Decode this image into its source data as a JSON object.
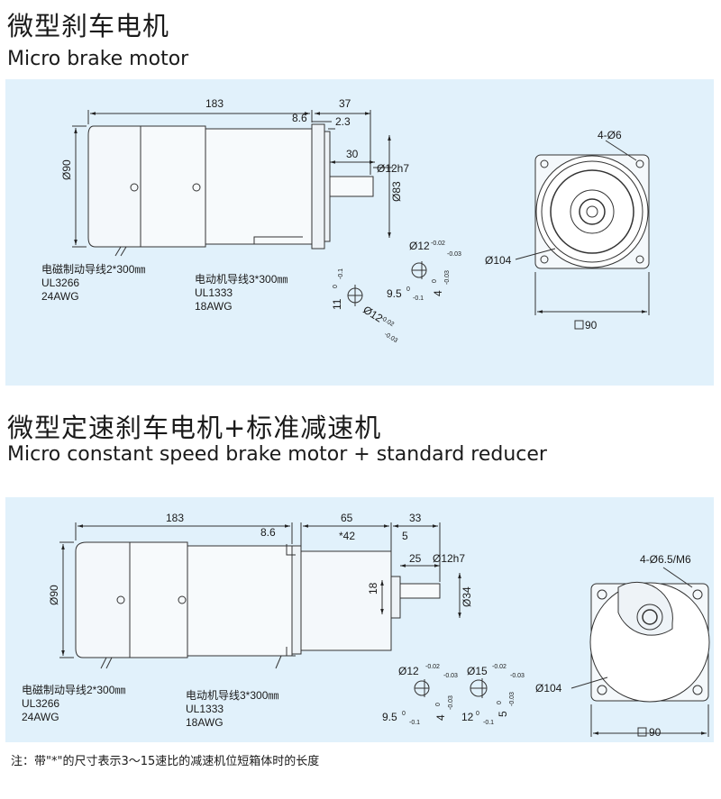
{
  "section1": {
    "title_cn": "微型刹车电机",
    "title_en": "Micro brake motor",
    "dims": {
      "length": "183",
      "flange_len": "37",
      "d1": "8.6",
      "d2": "2.3",
      "shaft_len": "30",
      "shaft_dia": "Ø12h7",
      "flange_dia": "Ø83",
      "body_dia": "Ø90",
      "holes": "4-Ø6",
      "pcd": "Ø104",
      "square": "90",
      "key_a": "Ø12",
      "key_a_tol_u": "-0.02",
      "key_a_tol_l": "-0.03",
      "key_b": "9.5",
      "key_b_tol_u": "0",
      "key_b_tol_l": "-0.1",
      "key_c": "4",
      "key_c_tol_u": "0",
      "key_c_tol_l": "-0.03",
      "key_d": "11",
      "key_d_tol_u": "0",
      "key_d_tol_l": "-0.1",
      "key_e": "Ø12",
      "key_e_tol_u": "-0.02",
      "key_e_tol_l": "-0.03"
    },
    "wire_brake": [
      "电磁制动导线2*300㎜",
      "UL3266",
      "24AWG"
    ],
    "wire_motor": [
      "电动机导线3*300㎜",
      "UL1333",
      "18AWG"
    ]
  },
  "section2": {
    "title_cn": "微型定速刹车电机+标准减速机",
    "title_en": "Micro constant speed brake motor + standard reducer",
    "dims": {
      "length": "183",
      "d1": "8.6",
      "gear_len": "65",
      "gear_len_star": "*42",
      "shaft_total": "33",
      "d5": "5",
      "shaft_len": "25",
      "shaft_dia": "Ø12h7",
      "boss": "18",
      "boss_dia": "Ø34",
      "body_dia": "Ø90",
      "holes": "4-Ø6.5/M6",
      "pcd": "Ø104",
      "square": "90",
      "k1": "Ø12",
      "k1_u": "-0.02",
      "k1_l": "-0.03",
      "k2": "Ø15",
      "k2_u": "-0.02",
      "k2_l": "-0.03",
      "k3": "9.5",
      "k3_u": "0",
      "k3_l": "-0.1",
      "k4": "4",
      "k4_u": "0",
      "k4_l": "-0.03",
      "k5": "12",
      "k5_u": "0",
      "k5_l": "-0.1",
      "k6": "5",
      "k6_u": "0",
      "k6_l": "-0.03"
    },
    "wire_brake": [
      "电磁制动导线2*300㎜",
      "UL3266",
      "24AWG"
    ],
    "wire_motor": [
      "电动机导线3*300㎜",
      "UL1333",
      "18AWG"
    ]
  },
  "note": "注：带\"*\"的尺寸表示3～15速比的减速机位短箱体时的长度"
}
